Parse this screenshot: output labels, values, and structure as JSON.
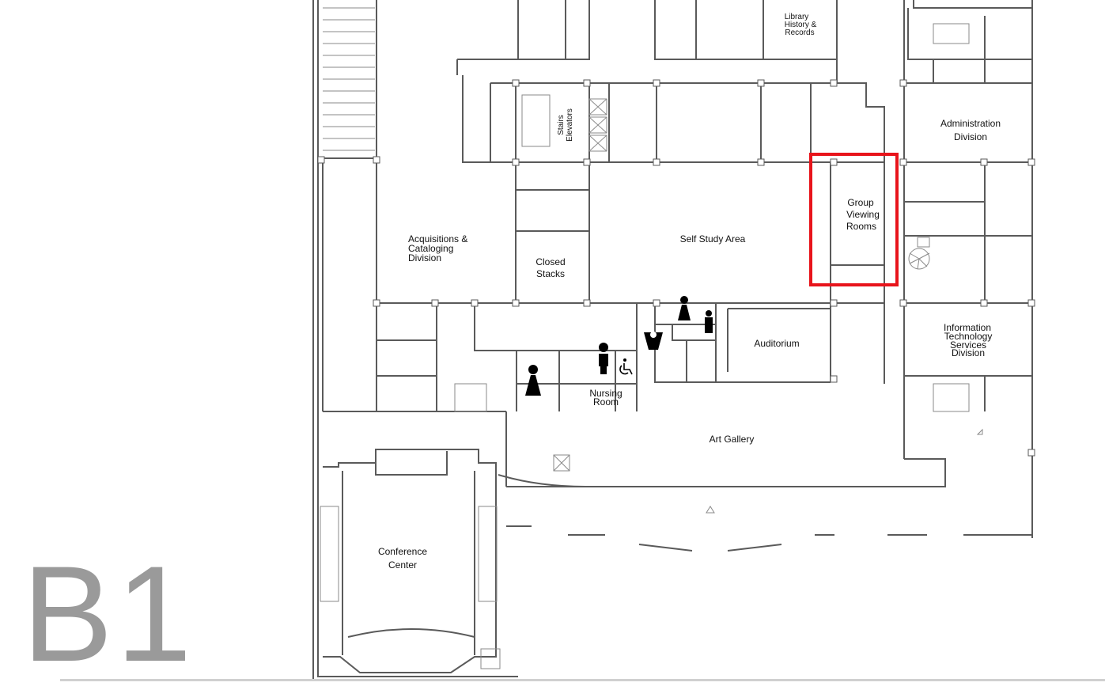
{
  "floor_label": "B1",
  "highlight": {
    "room": "Group Viewing Rooms",
    "color": "#e8141b"
  },
  "rooms": {
    "library_history": [
      "Library",
      "History &",
      "Records"
    ],
    "stairs_elevators": [
      "Stairs",
      "Elevators"
    ],
    "administration": [
      "Administration",
      "Division"
    ],
    "group_viewing": [
      "Group",
      "Viewing",
      "Rooms"
    ],
    "acquisitions": [
      "Acquisitions &",
      "Cataloging",
      "Division"
    ],
    "closed_stacks": [
      "Closed",
      "Stacks"
    ],
    "self_study": "Self Study Area",
    "auditorium": "Auditorium",
    "it_services": [
      "Information",
      "Technology",
      "Services",
      "Division"
    ],
    "nursing": [
      "Nursing",
      "Room"
    ],
    "art_gallery": "Art Gallery",
    "conference": [
      "Conference",
      "Center"
    ]
  },
  "icons": [
    "womens-restroom-icon",
    "mens-restroom-icon",
    "accessible-icon",
    "drinking-fountain-icon",
    "elevator-icon",
    "spiral-stair-icon"
  ]
}
